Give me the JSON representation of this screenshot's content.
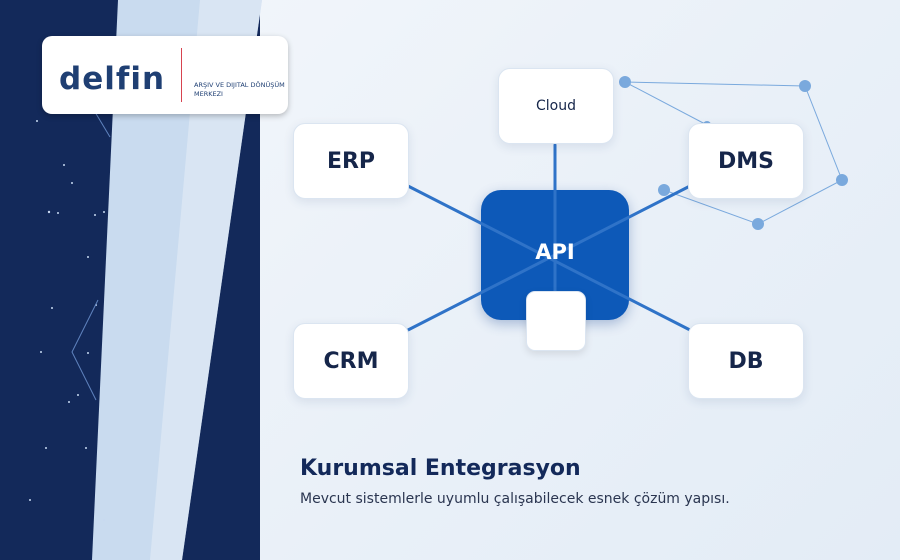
{
  "logo": {
    "wordmark": "delfin",
    "tagline": "Arşiv ve Dijital Dönüşüm Merkezi"
  },
  "diagram": {
    "hub": {
      "label": "API"
    },
    "nodes": [
      {
        "id": "erp",
        "label": "ERP"
      },
      {
        "id": "cloud",
        "label": "Cloud"
      },
      {
        "id": "dms",
        "label": "DMS"
      },
      {
        "id": "crm",
        "label": "CRM"
      },
      {
        "id": "db",
        "label": "DB"
      }
    ]
  },
  "content": {
    "title": "Kurumsal Entegrasyon",
    "description": "Mevcut sistemlerle uyumlu çalışabilecek esnek çözüm yapısı."
  },
  "colors": {
    "navy": "#13295a",
    "hub_blue": "#0d59b8",
    "link_blue": "#2f73c8",
    "network_blue": "#7aa9dd",
    "accent_red": "#d7434f"
  }
}
